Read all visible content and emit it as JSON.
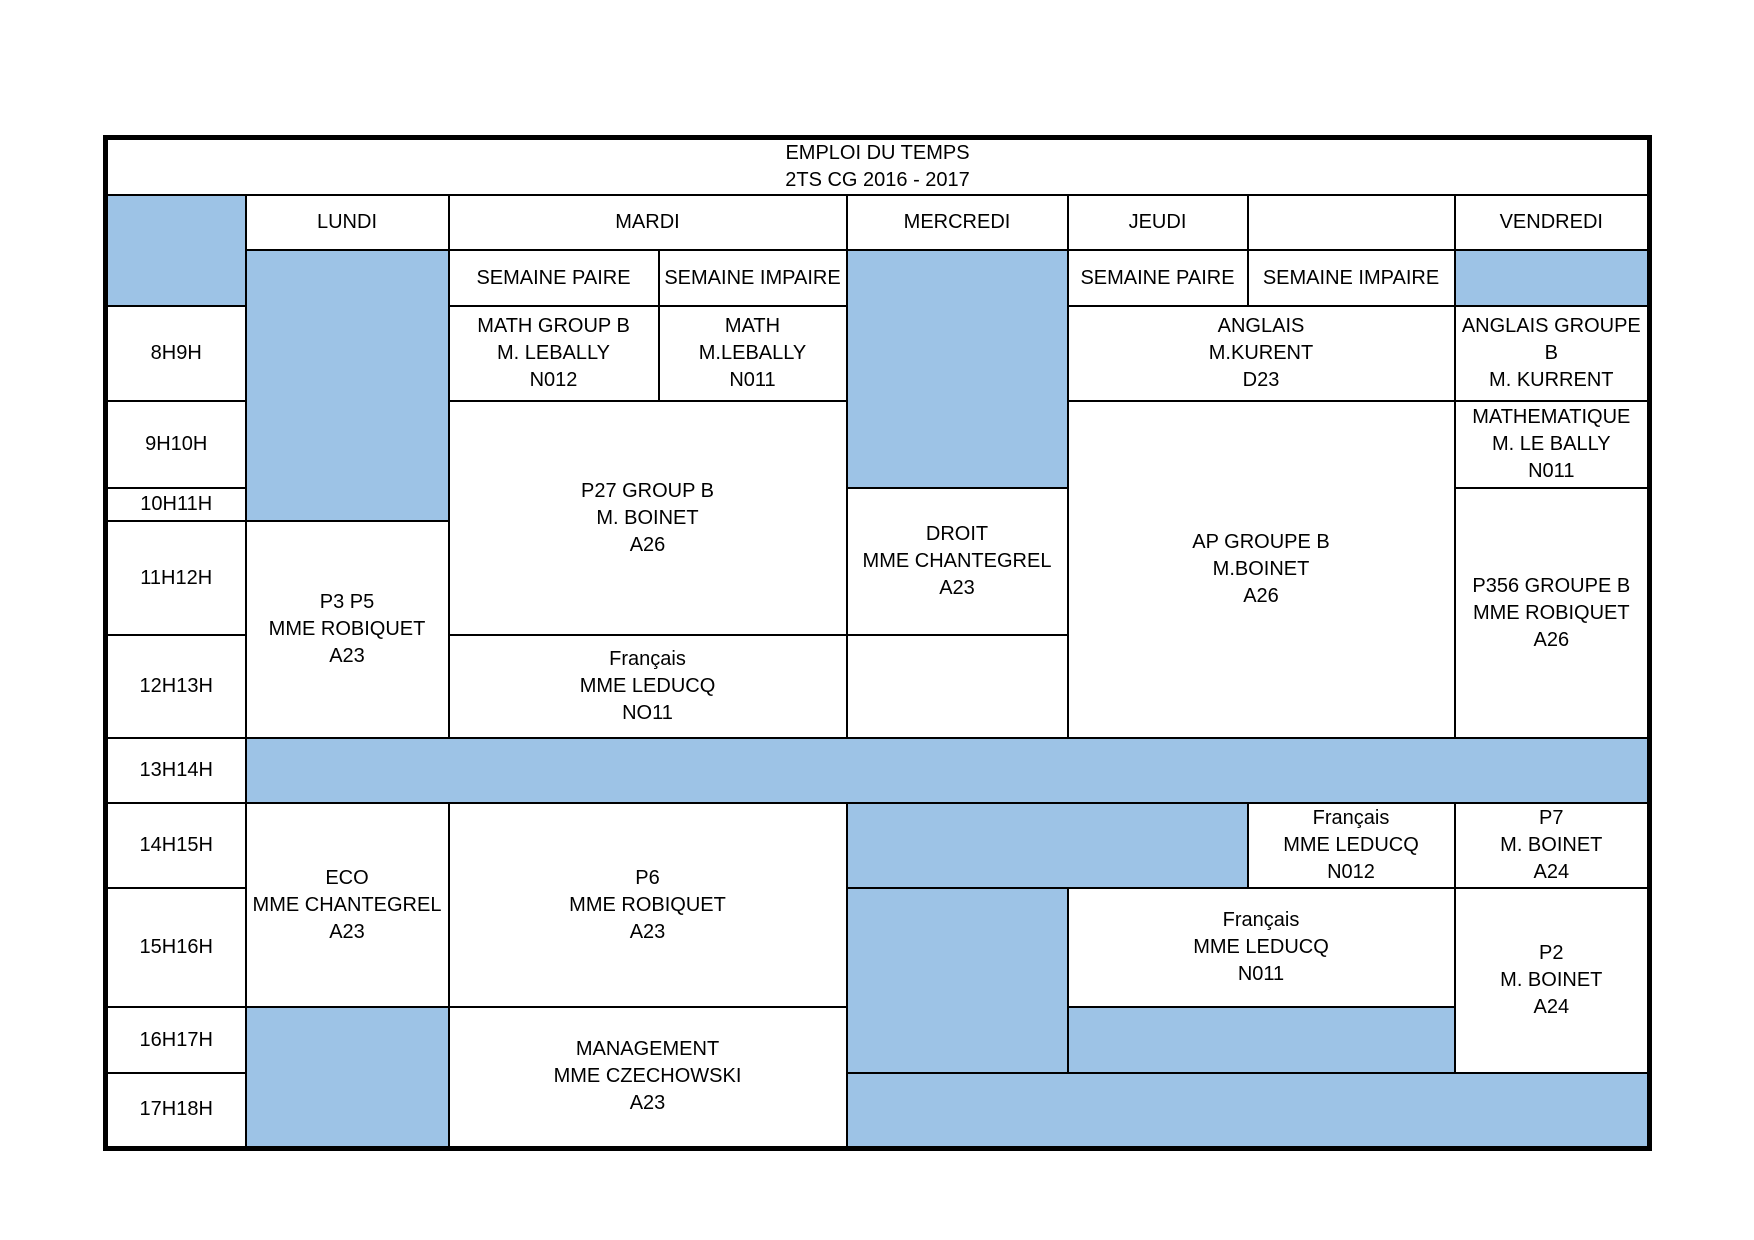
{
  "title": [
    "EMPLOI DU TEMPS",
    "2TS CG 2016 - 2017"
  ],
  "colors": {
    "highlight_blue": "#9DC3E6",
    "grid_black": "#000000",
    "page_white": "#ffffff"
  },
  "day_headers": {
    "lundi": "LUNDI",
    "mardi": "MARDI",
    "mercredi": "MERCREDI",
    "jeudi": "JEUDI",
    "vendredi": "VENDREDI"
  },
  "week_labels": {
    "mardi_paire": "SEMAINE PAIRE",
    "mardi_impaire": "SEMAINE IMPAIRE",
    "jeudi_paire": "SEMAINE PAIRE",
    "jeudi_impaire": "SEMAINE IMPAIRE"
  },
  "time_slots": [
    "8H9H",
    "9H10H",
    "10H11H",
    "11H12H",
    "12H13H",
    "13H14H",
    "14H15H",
    "15H16H",
    "16H17H",
    "17H18H"
  ],
  "lessons": {
    "lundi_p3p5": [
      "P3 P5",
      "MME ROBIQUET",
      "A23"
    ],
    "lundi_eco": [
      "ECO",
      "MME CHANTEGREL",
      "A23"
    ],
    "mardi_math_paire": [
      "MATH GROUP B",
      "M. LEBALLY",
      "N012"
    ],
    "mardi_math_impaire": [
      "MATH",
      "M.LEBALLY",
      "N011"
    ],
    "mardi_p27": [
      "P27 GROUP B",
      "M. BOINET",
      "A26"
    ],
    "mardi_francais": [
      "Français",
      "MME LEDUCQ",
      "NO11"
    ],
    "mardi_p6": [
      "P6",
      "MME ROBIQUET",
      "A23"
    ],
    "mardi_management": [
      "MANAGEMENT",
      "MME CZECHOWSKI",
      "A23"
    ],
    "mercredi_droit": [
      "DROIT",
      "MME CHANTEGREL",
      "A23"
    ],
    "jeudi_anglais": [
      "ANGLAIS",
      "M.KURENT",
      "D23"
    ],
    "jeudi_ap": [
      "AP GROUPE B",
      "M.BOINET",
      "A26"
    ],
    "jeudi_francais_impaire": [
      "Français",
      "MME LEDUCQ",
      "N012"
    ],
    "jeudi_francais": [
      "Français",
      "MME LEDUCQ",
      "N011"
    ],
    "vendredi_anglais": [
      "ANGLAIS GROUPE B",
      "M. KURRENT"
    ],
    "vendredi_math": [
      "MATHEMATIQUE",
      "M. LE BALLY",
      "N011"
    ],
    "vendredi_p356": [
      "P356 GROUPE B",
      "MME ROBIQUET",
      "A26"
    ],
    "vendredi_p7": [
      "P7",
      "M. BOINET",
      "A24"
    ],
    "vendredi_p2": [
      "P2",
      "M. BOINET",
      "A24"
    ]
  }
}
